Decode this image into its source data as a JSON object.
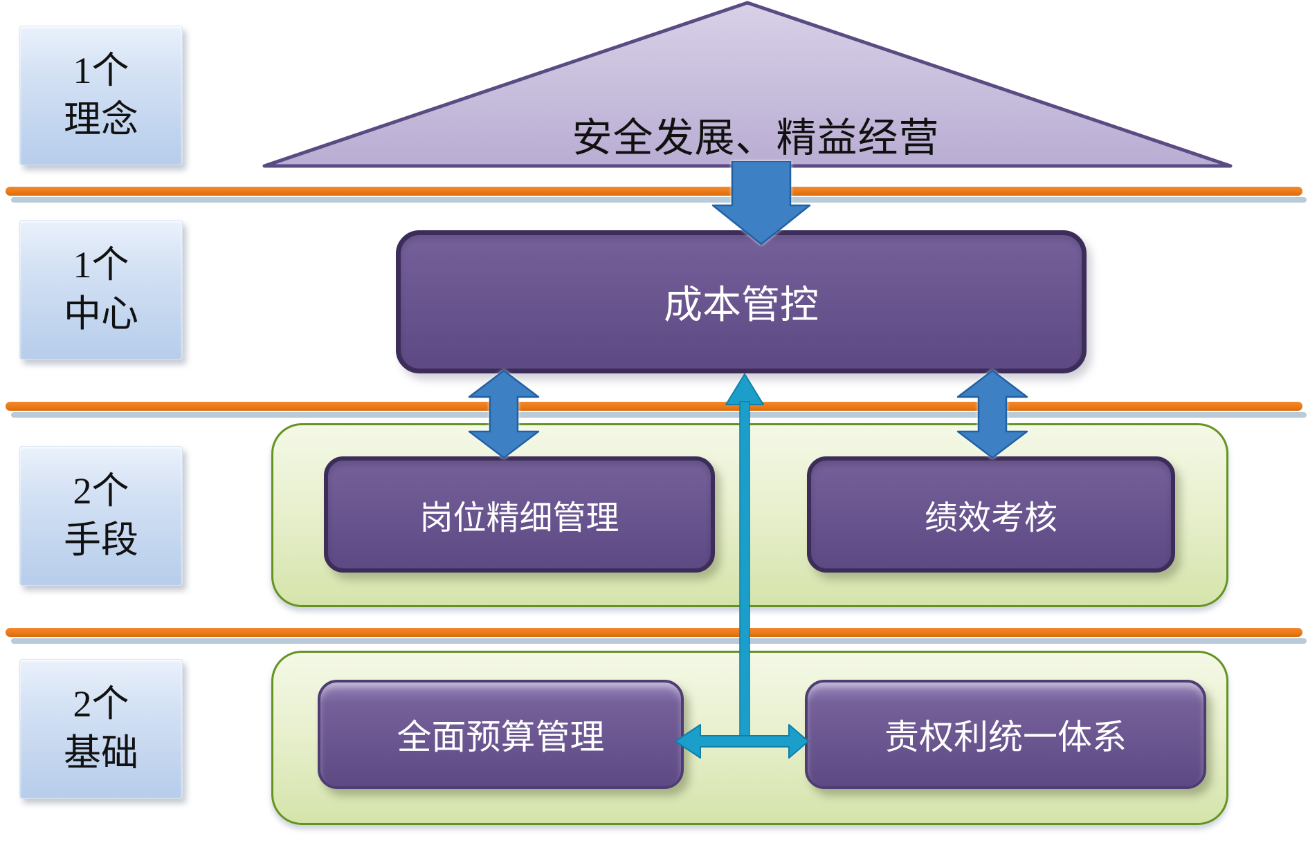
{
  "side_labels": [
    {
      "line1": "1个",
      "line2": "理念"
    },
    {
      "line1": "1个",
      "line2": "中心"
    },
    {
      "line1": "2个",
      "line2": "手段"
    },
    {
      "line1": "2个",
      "line2": "基础"
    }
  ],
  "pyramid": {
    "label": "安全发展、精益经营"
  },
  "center": {
    "label": "成本管控"
  },
  "means": {
    "left": "岗位精细管理",
    "right": "绩效考核"
  },
  "foundations": {
    "left": "全面预算管理",
    "right": "责权利统一体系"
  },
  "colors": {
    "orange": "#ec7a18",
    "orange_shadow": "#a7bdd0",
    "teal": "#1b9fca",
    "teal_dark": "#0d80a8",
    "blue_arrow": "#3d80c4",
    "blue_arrow_dark": "#2161a2",
    "purple_fill_top": "#75609a",
    "purple_fill_bottom": "#5d4983",
    "purple_border": "#3b2c59",
    "bevel_top": "#ab9ac9",
    "pyramid_top": "#d8d1e7",
    "pyramid_bottom": "#b9add3",
    "pyramid_border": "#5a4b82",
    "green_top": "#f4f8e6",
    "green_bottom": "#d5e4ab",
    "green_border": "#64931f",
    "label_top": "#eaf1fb",
    "label_bottom": "#b7cdeb",
    "text_dark": "#111111",
    "text_light": "#ffffff"
  }
}
